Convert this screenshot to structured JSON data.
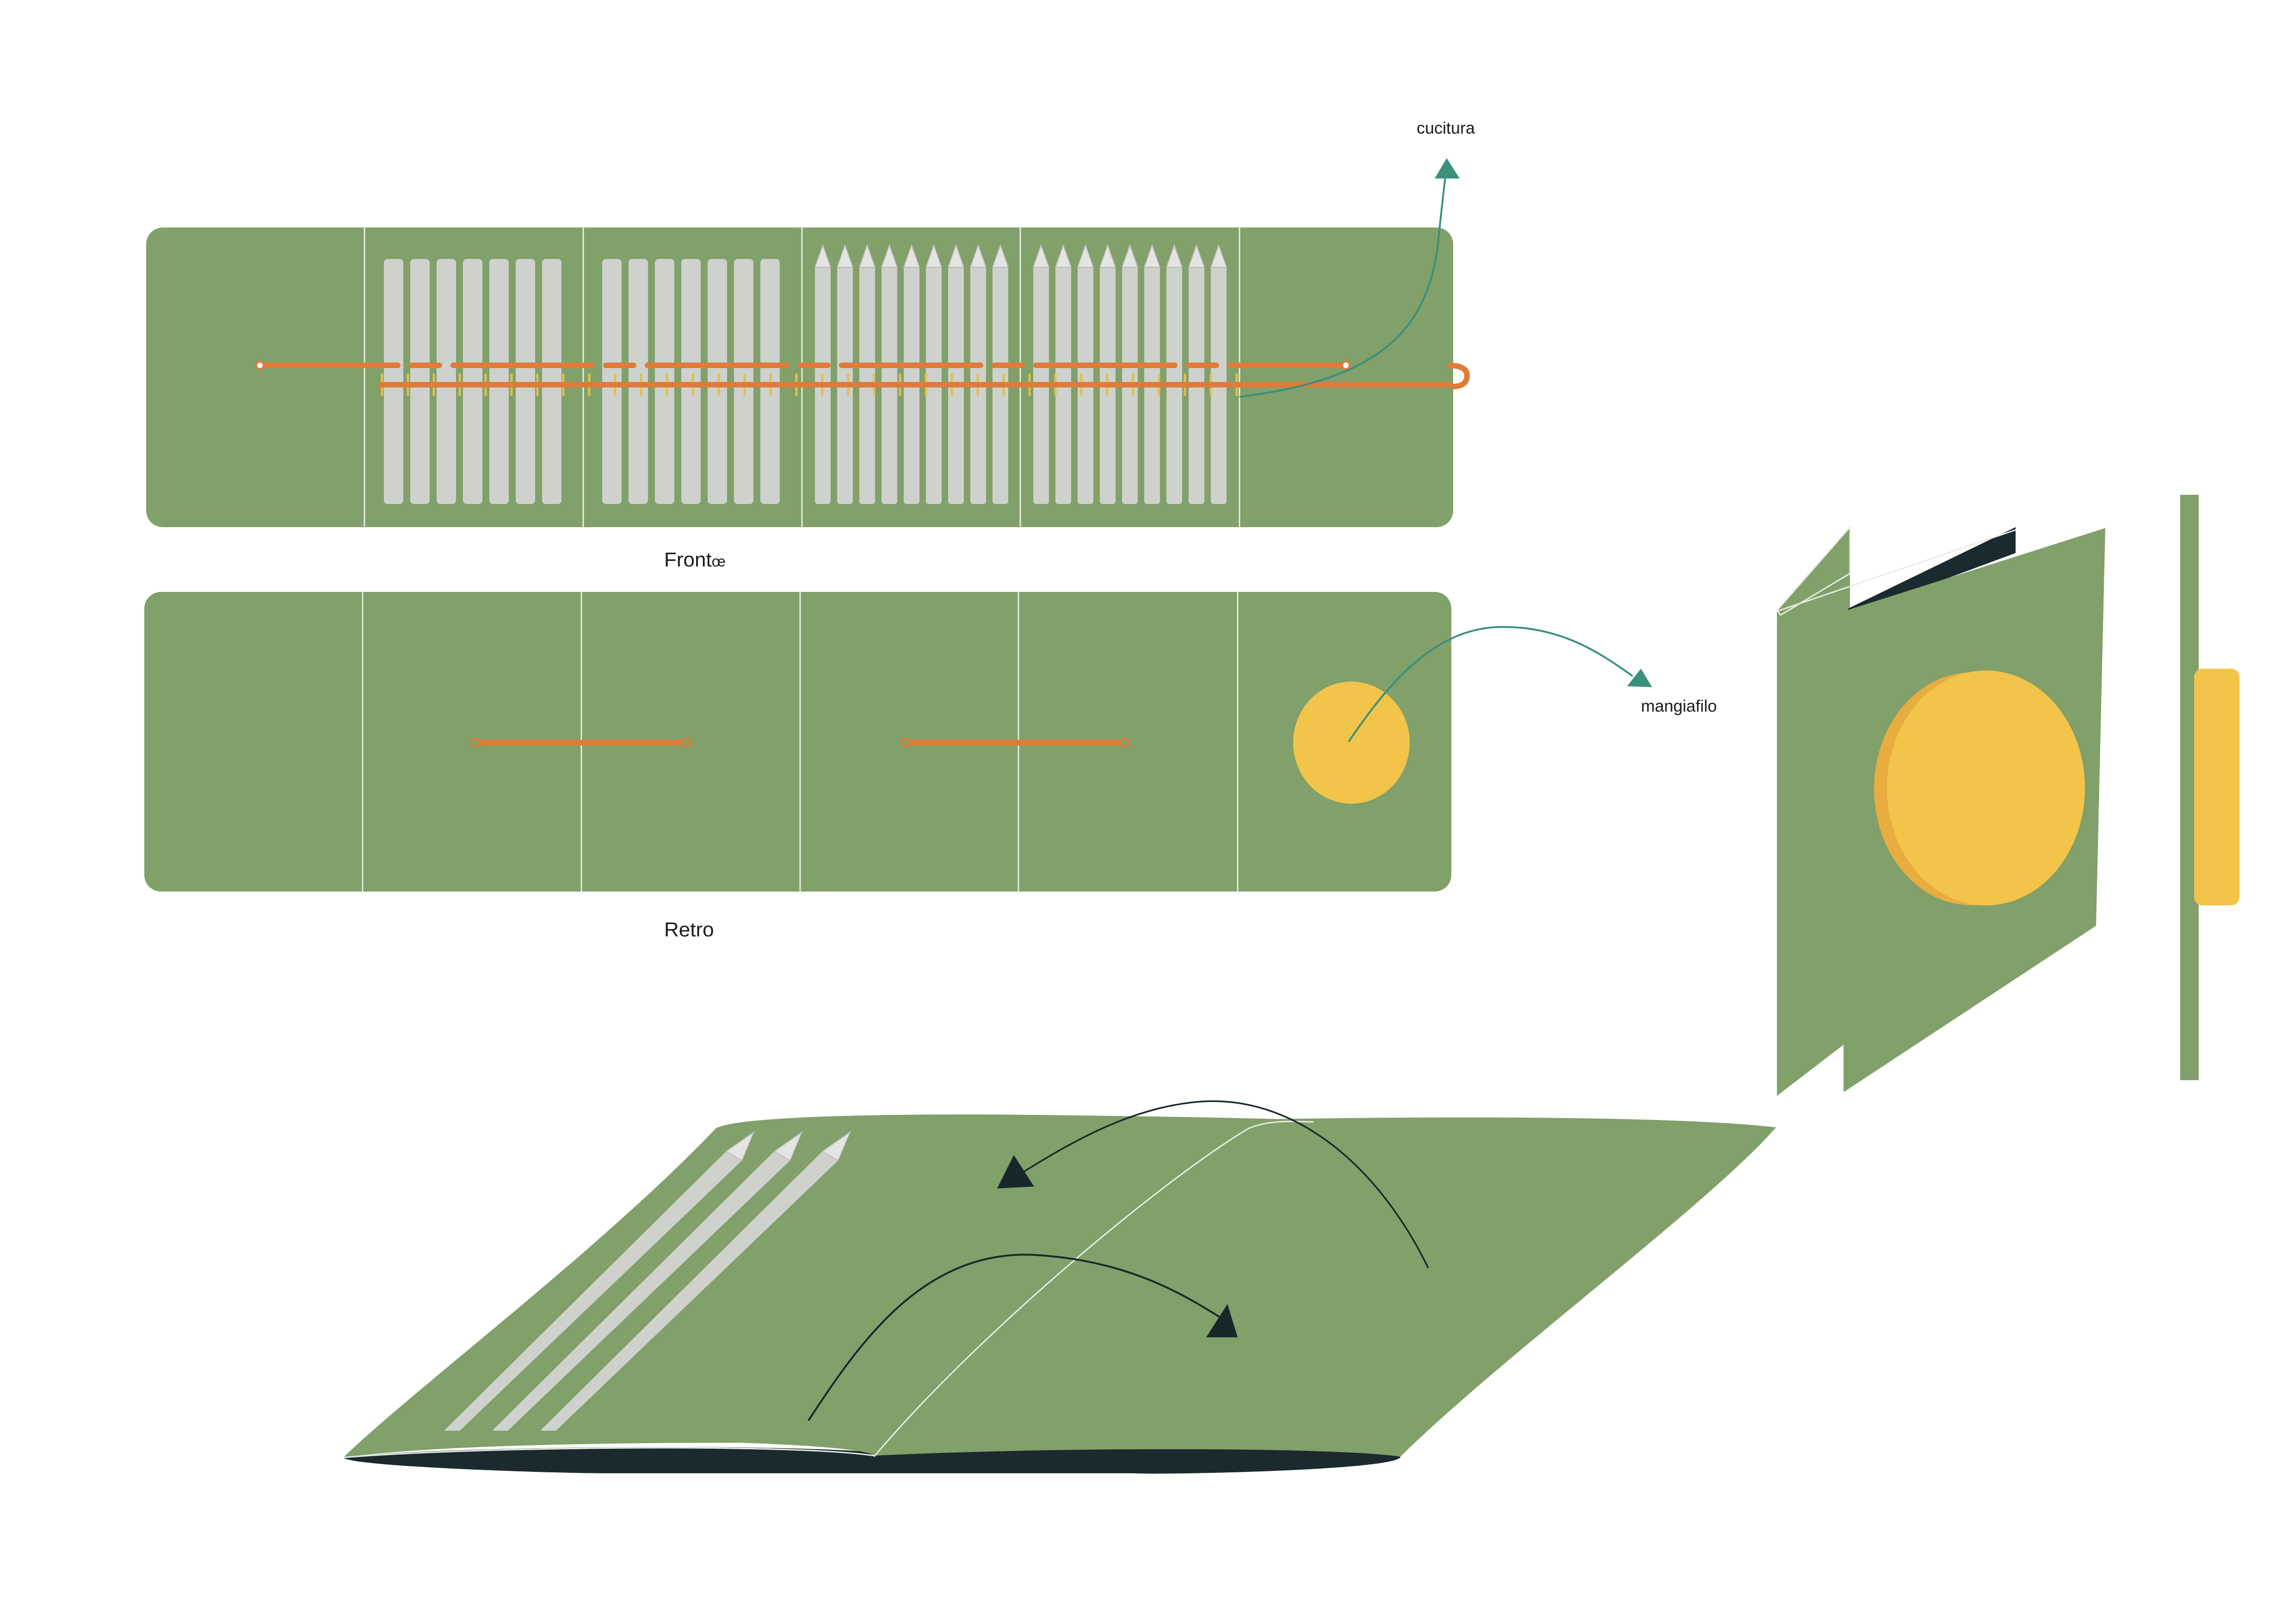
{
  "labels": {
    "cucitura": "cucitura",
    "mangiafilo": "mangiafilo",
    "front": "Front",
    "front_glyph": "œ",
    "retro": "Retro"
  },
  "colors": {
    "felt_green": "#81a06a",
    "panel_line": "#e8ede0",
    "pencil_grey": "#cfd1cd",
    "pencil_tip": "#e4e5e2",
    "thread_orange": "#e07b39",
    "ring_yellow": "#e2c04a",
    "yellow": "#f3c44a",
    "yellow_dark": "#e9ad3f",
    "dark_navy": "#1a2a2f",
    "teal_arrow": "#3a8f7d",
    "dark_arrow": "#18272c"
  },
  "structure": {
    "front_panels": 6,
    "back_panels": 6,
    "pencils_per_group": 7,
    "sharpened_pencils_per_group": 9,
    "strip_pencils": 3
  }
}
